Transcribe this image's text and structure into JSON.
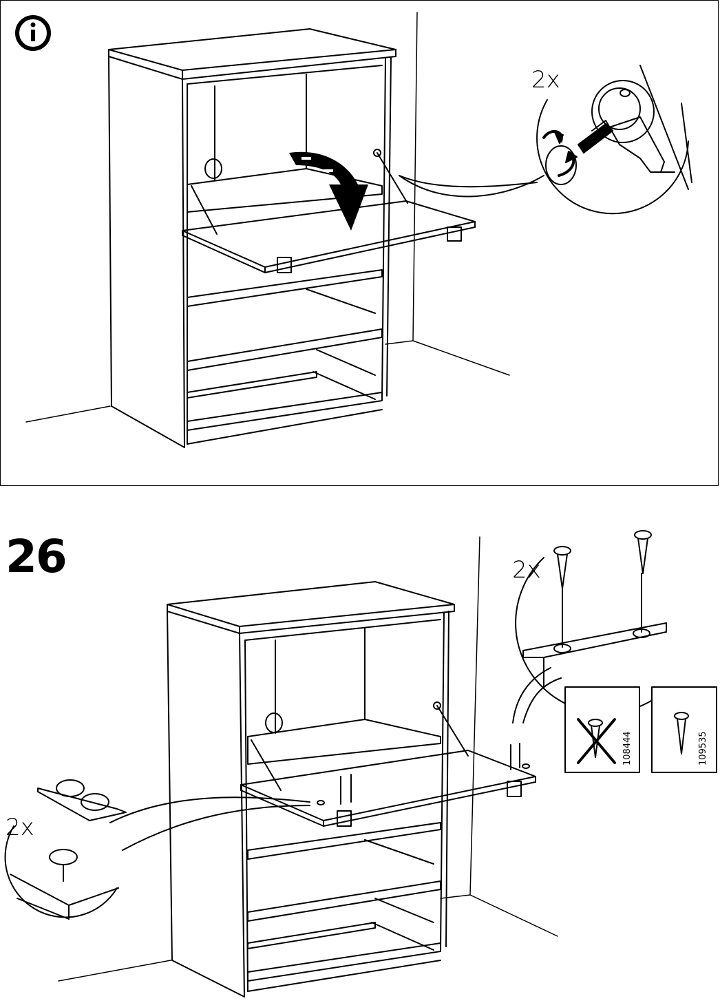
{
  "top_panel": {
    "info_icon": "info-icon",
    "callout_quantity": "2x"
  },
  "step": {
    "number": "26",
    "felt_pads_quantity": "2x",
    "screws_quantity": "2x",
    "wrong_screw_part_number": "108444",
    "correct_screw_part_number": "109535"
  }
}
